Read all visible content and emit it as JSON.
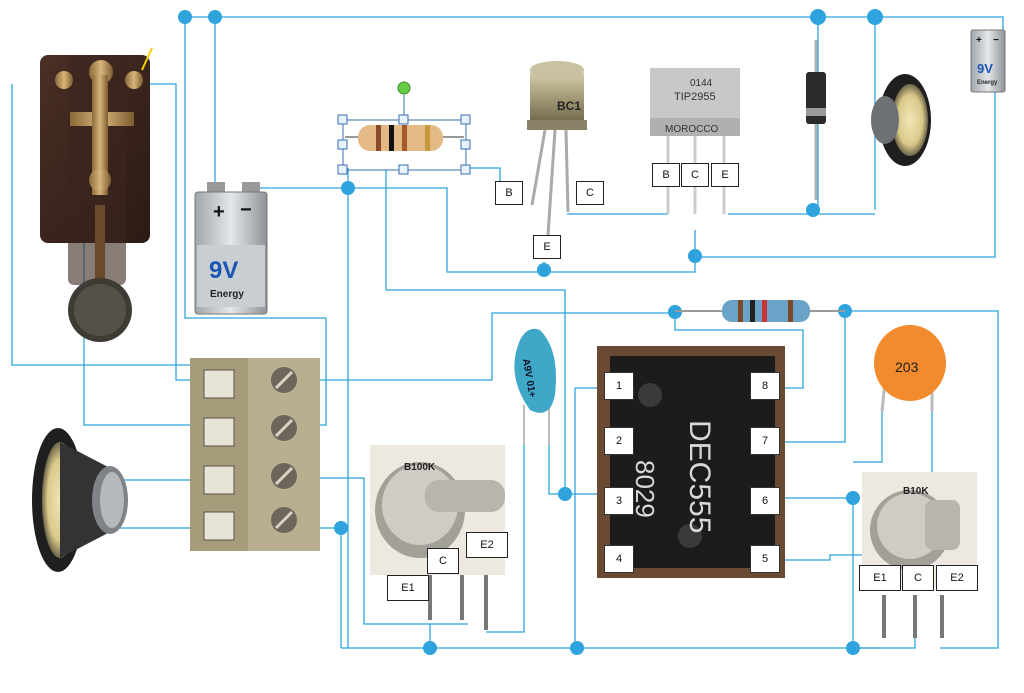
{
  "battery_main": {
    "plus": "+",
    "minus": "−",
    "voltage": "9V",
    "brand": "Energy"
  },
  "battery_small": {
    "plus": "+",
    "minus": "−",
    "voltage": "9V",
    "brand": "Energy"
  },
  "bc_transistor": {
    "marking": "BC1",
    "pins": [
      "B",
      "C",
      "E"
    ]
  },
  "tip_transistor": {
    "line1": "0144",
    "line2": "TIP2955",
    "line3": "MOROCCO",
    "pins": [
      "B",
      "C",
      "E"
    ]
  },
  "ic_555": {
    "marking": "DEC555",
    "marking2": "8029",
    "pins": [
      "1",
      "2",
      "3",
      "4",
      "5",
      "6",
      "7",
      "8"
    ]
  },
  "pot_left": {
    "marking": "B100K",
    "pins": [
      "E1",
      "C",
      "E2"
    ]
  },
  "pot_right": {
    "marking": "B10K",
    "pins": [
      "E1",
      "C",
      "E2"
    ]
  },
  "ceramic_cap": {
    "marking": "203"
  },
  "tantalum_cap": {
    "marking": "A9V 01+"
  },
  "colors": {
    "wire": "#2ea3de",
    "node": "#2ea3de"
  }
}
